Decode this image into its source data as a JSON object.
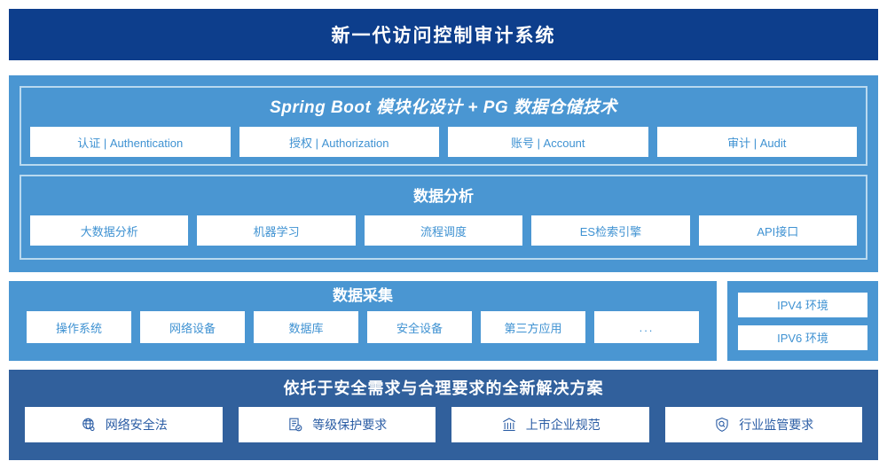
{
  "header": {
    "title": "新一代访问控制审计系统"
  },
  "app_layer": {
    "spring": {
      "title": "Spring Boot 模块化设计 + PG 数据仓储技术",
      "cards": [
        "认证 | Authentication",
        "授权 | Authorization",
        "账号 | Account",
        "审计 | Audit"
      ]
    },
    "analysis": {
      "title": "数据分析",
      "cards": [
        "大数据分析",
        "机器学习",
        "流程调度",
        "ES检索引擎",
        "API接口"
      ]
    }
  },
  "collect": {
    "title": "数据采集",
    "cards": [
      "操作系统",
      "网络设备",
      "数据库",
      "安全设备",
      "第三方应用",
      "..."
    ]
  },
  "ipv": {
    "cards": [
      "IPV4 环境",
      "IPV6 环境"
    ]
  },
  "bottom": {
    "title": "依托于安全需求与合理要求的全新解决方案",
    "cards": [
      {
        "label": "网络安全法",
        "icon": "globe-network-icon"
      },
      {
        "label": "等级保护要求",
        "icon": "document-check-icon"
      },
      {
        "label": "上市企业规范",
        "icon": "bank-building-icon"
      },
      {
        "label": "行业监管要求",
        "icon": "shield-search-icon"
      }
    ]
  },
  "colors": {
    "header_navy": "#0d3e8c",
    "panel_blue": "#4a96d2",
    "bottom_blue": "#31609c",
    "card_text_blue": "#3f92d2",
    "bottom_card_text": "#2a5ca4",
    "inner_border": "#b9d9ef"
  }
}
